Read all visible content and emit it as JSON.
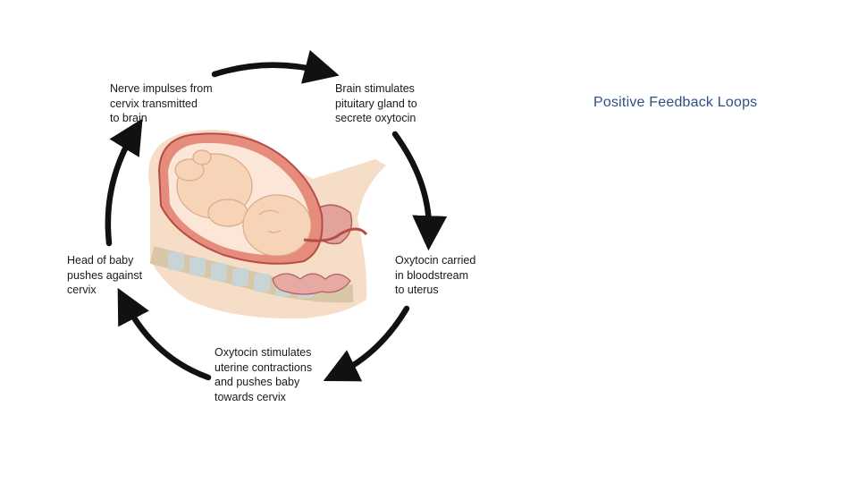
{
  "slide": {
    "title": "Positive Feedback Loops"
  },
  "diagram": {
    "steps": [
      "Nerve impulses from\ncervix transmitted\nto brain",
      "Brain stimulates\npituitary gland to\nsecrete oxytocin",
      "Oxytocin carried\nin bloodstream\nto uterus",
      "Oxytocin stimulates\nuterine contractions\nand pushes baby\ntowards cervix",
      "Head of baby\npushes against\ncervix"
    ]
  }
}
